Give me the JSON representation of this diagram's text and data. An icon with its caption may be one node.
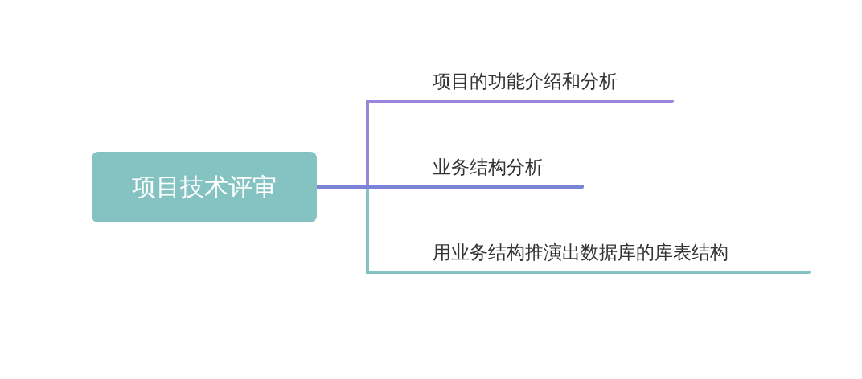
{
  "diagram": {
    "nodes": [
      {
        "text": [
          "项目技术评审"
        ]
      },
      {
        "text": [
          "项目的功能介绍和分析"
        ]
      },
      {
        "text": [
          "业务结构分析"
        ]
      },
      {
        "text": [
          "用业务结构推演出数据库的库表结构"
        ]
      }
    ],
    "edges": [
      {
        "from": 0,
        "to": 1,
        "arrow": "none",
        "color": "#9b87d9"
      },
      {
        "from": 0,
        "to": 2,
        "arrow": "none",
        "color": "#7b83d6"
      },
      {
        "from": 0,
        "to": 3,
        "arrow": "none",
        "color": "#84c3c3"
      }
    ]
  }
}
